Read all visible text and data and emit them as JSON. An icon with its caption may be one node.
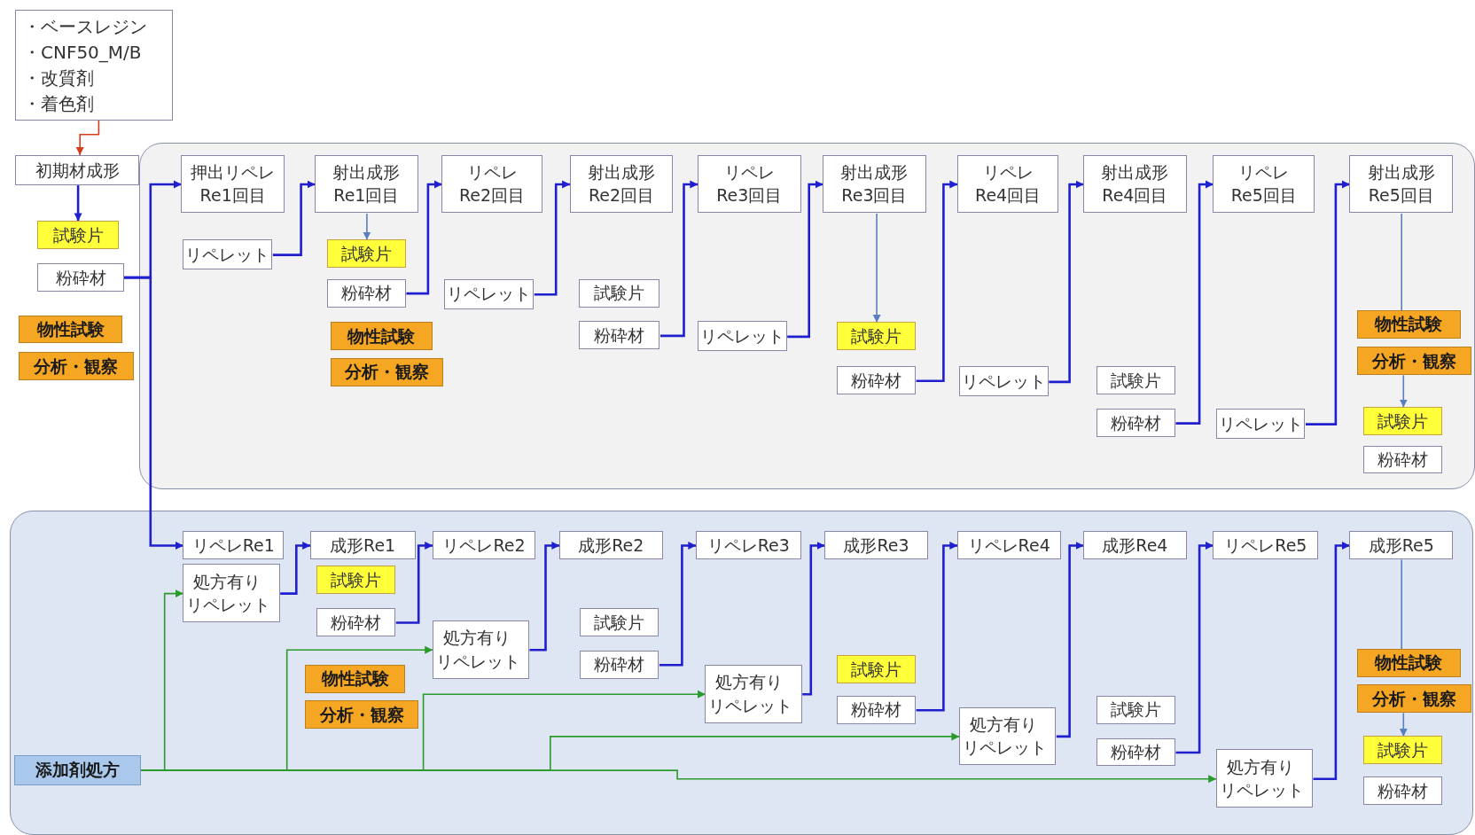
{
  "diagram": {
    "nodes": [
      {
        "text": [
          "・ベースレジン",
          "・CNF50_M/B",
          "・改質剤",
          "・着色剤"
        ]
      },
      {
        "text": [
          "初期材成形"
        ]
      },
      {
        "text": [
          "試験片"
        ]
      },
      {
        "text": [
          "粉砕材"
        ]
      },
      {
        "text": [
          "物性試験"
        ]
      },
      {
        "text": [
          "分析・観察"
        ]
      },
      {
        "text": [],
        "shape": "box"
      },
      {
        "text": [
          "押出リペレRe1回目"
        ],
        "in": 6
      },
      {
        "text": [
          "リペレット"
        ],
        "in": 6
      },
      {
        "text": [
          "射出成形Re1回目"
        ],
        "in": 6
      },
      {
        "text": [
          "試験片"
        ],
        "in": 6
      },
      {
        "text": [
          "粉砕材"
        ],
        "in": 6
      },
      {
        "text": [
          "物性試験"
        ],
        "in": 6
      },
      {
        "text": [
          "分析・観察"
        ],
        "in": 6
      },
      {
        "text": [
          "リペレRe2回目"
        ],
        "in": 6
      },
      {
        "text": [
          "リペレット"
        ],
        "in": 6
      },
      {
        "text": [
          "射出成形Re2回目"
        ],
        "in": 6
      },
      {
        "text": [
          "試験片"
        ],
        "in": 6
      },
      {
        "text": [
          "粉砕材"
        ],
        "in": 6
      },
      {
        "text": [
          "リペレRe3回目"
        ],
        "in": 6
      },
      {
        "text": [
          "リペレット"
        ],
        "in": 6
      },
      {
        "text": [
          "射出成形Re3回目"
        ],
        "in": 6
      },
      {
        "text": [
          "試験片"
        ],
        "in": 6
      },
      {
        "text": [
          "粉砕材"
        ],
        "in": 6
      },
      {
        "text": [
          "リペレRe4回目"
        ],
        "in": 6
      },
      {
        "text": [
          "リペレット"
        ],
        "in": 6
      },
      {
        "text": [
          "射出成形Re4回目"
        ],
        "in": 6
      },
      {
        "text": [
          "試験片"
        ],
        "in": 6
      },
      {
        "text": [
          "粉砕材"
        ],
        "in": 6
      },
      {
        "text": [
          "リペレRe5回目"
        ],
        "in": 6
      },
      {
        "text": [
          "リペレット"
        ],
        "in": 6
      },
      {
        "text": [
          "射出成形Re5回目"
        ],
        "in": 6
      },
      {
        "text": [
          "物性試験"
        ],
        "in": 6
      },
      {
        "text": [
          "分析・観察"
        ],
        "in": 6
      },
      {
        "text": [
          "試験片"
        ],
        "in": 6
      },
      {
        "text": [
          "粉砕材"
        ],
        "in": 6
      },
      {
        "text": [],
        "shape": "box"
      },
      {
        "text": [
          "添加剤処方"
        ],
        "in": 36
      },
      {
        "text": [
          "リペレRe1"
        ],
        "in": 36
      },
      {
        "text": [
          "処方有りリペレット"
        ],
        "in": 36
      },
      {
        "text": [
          "成形Re1"
        ],
        "in": 36
      },
      {
        "text": [
          "試験片"
        ],
        "in": 36
      },
      {
        "text": [
          "粉砕材"
        ],
        "in": 36
      },
      {
        "text": [
          "物性試験"
        ],
        "in": 36
      },
      {
        "text": [
          "分析・観察"
        ],
        "in": 36
      },
      {
        "text": [
          "リペレRe2"
        ],
        "in": 36
      },
      {
        "text": [
          "処方有りリペレット"
        ],
        "in": 36
      },
      {
        "text": [
          "成形Re2"
        ],
        "in": 36
      },
      {
        "text": [
          "試験片"
        ],
        "in": 36
      },
      {
        "text": [
          "粉砕材"
        ],
        "in": 36
      },
      {
        "text": [
          "リペレRe3"
        ],
        "in": 36
      },
      {
        "text": [
          "処方有りリペレット"
        ],
        "in": 36
      },
      {
        "text": [
          "成形Re3"
        ],
        "in": 36
      },
      {
        "text": [
          "試験片"
        ],
        "in": 36
      },
      {
        "text": [
          "粉砕材"
        ],
        "in": 36
      },
      {
        "text": [
          "リペレRe4"
        ],
        "in": 36
      },
      {
        "text": [
          "処方有りリペレット"
        ],
        "in": 36
      },
      {
        "text": [
          "成形Re4"
        ],
        "in": 36
      },
      {
        "text": [
          "試験片"
        ],
        "in": 36
      },
      {
        "text": [
          "粉砕材"
        ],
        "in": 36
      },
      {
        "text": [
          "リペレRe5"
        ],
        "in": 36
      },
      {
        "text": [
          "処方有りリペレット"
        ],
        "in": 36
      },
      {
        "text": [
          "成形Re5"
        ],
        "in": 36
      },
      {
        "text": [
          "物性試験"
        ],
        "in": 36
      },
      {
        "text": [
          "分析・観察"
        ],
        "in": 36
      },
      {
        "text": [
          "試験片"
        ],
        "in": 36
      },
      {
        "text": [
          "粉砕材"
        ],
        "in": 36
      }
    ],
    "edges": [
      {
        "from": 0,
        "to": 1,
        "arrow": "to",
        "color": "#d93a1a"
      },
      {
        "from": 1,
        "to": 2,
        "arrow": "to"
      },
      {
        "from": 3,
        "to": 7,
        "arrow": "to"
      },
      {
        "from": 3,
        "to": 38,
        "arrow": "to"
      },
      {
        "from": 8,
        "to": 9,
        "arrow": "to"
      },
      {
        "from": 9,
        "to": 10,
        "arrow": "to",
        "color": "#5a7fc0"
      },
      {
        "from": 11,
        "to": 14,
        "arrow": "to"
      },
      {
        "from": 15,
        "to": 16,
        "arrow": "to"
      },
      {
        "from": 18,
        "to": 19,
        "arrow": "to"
      },
      {
        "from": 20,
        "to": 21,
        "arrow": "to"
      },
      {
        "from": 21,
        "to": 22,
        "arrow": "to",
        "color": "#5a7fc0"
      },
      {
        "from": 23,
        "to": 24,
        "arrow": "to"
      },
      {
        "from": 25,
        "to": 26,
        "arrow": "to"
      },
      {
        "from": 28,
        "to": 29,
        "arrow": "to"
      },
      {
        "from": 30,
        "to": 31,
        "arrow": "to"
      },
      {
        "from": 31,
        "to": 32,
        "arrow": "none",
        "color": "#5a7fc0"
      },
      {
        "from": 33,
        "to": 34,
        "arrow": "to",
        "color": "#5a7fc0"
      },
      {
        "from": 39,
        "to": 40,
        "arrow": "to"
      },
      {
        "from": 42,
        "to": 45,
        "arrow": "to"
      },
      {
        "from": 46,
        "to": 47,
        "arrow": "to"
      },
      {
        "from": 49,
        "to": 50,
        "arrow": "to"
      },
      {
        "from": 51,
        "to": 52,
        "arrow": "to"
      },
      {
        "from": 54,
        "to": 55,
        "arrow": "to"
      },
      {
        "from": 56,
        "to": 57,
        "arrow": "to"
      },
      {
        "from": 59,
        "to": 60,
        "arrow": "to"
      },
      {
        "from": 61,
        "to": 62,
        "arrow": "to"
      },
      {
        "from": 62,
        "to": 63,
        "arrow": "none",
        "color": "#5a7fc0"
      },
      {
        "from": 64,
        "to": 65,
        "arrow": "to",
        "color": "#5a7fc0"
      },
      {
        "from": 37,
        "to": 39,
        "arrow": "to",
        "color": "#2a9a2a"
      },
      {
        "from": 37,
        "to": 46,
        "arrow": "to",
        "color": "#2a9a2a"
      },
      {
        "from": 37,
        "to": 51,
        "arrow": "to",
        "color": "#2a9a2a"
      },
      {
        "from": 37,
        "to": 56,
        "arrow": "to",
        "color": "#2a9a2a"
      },
      {
        "from": 37,
        "to": 61,
        "arrow": "to",
        "color": "#2a9a2a"
      }
    ]
  }
}
